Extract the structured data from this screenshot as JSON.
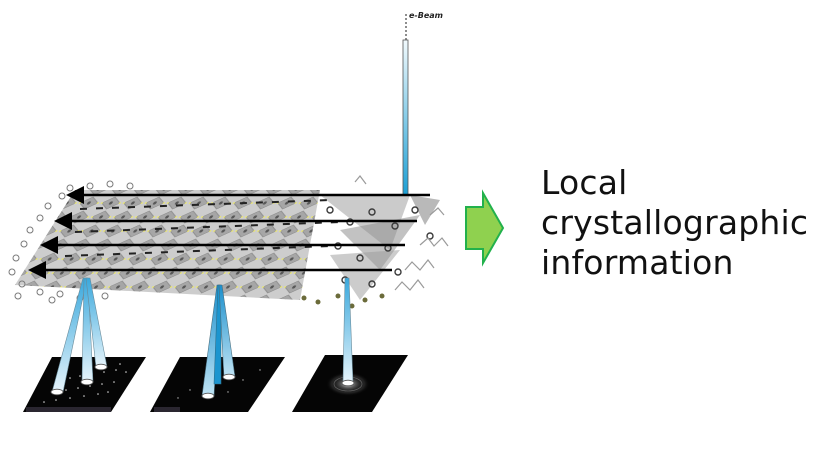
{
  "diagram": {
    "beam": {
      "label": "e-Beam",
      "color_top": "#e8f6fc",
      "color_bottom": "#1c9fd4"
    },
    "sample": {
      "description": "crystal structure with ordered octahedral region on the left and disordered organic/amorphous region on the right",
      "scan_lines": 4,
      "scan_direction": "right-to-left",
      "arrow_color": "#000000"
    },
    "detectors": [
      {
        "id": "detector-1",
        "pattern": "spot-rows (crystalline)",
        "cones": 3
      },
      {
        "id": "detector-2",
        "pattern": "sparse spots",
        "cones": 3
      },
      {
        "id": "detector-3",
        "pattern": "diffuse rings (amorphous)",
        "cones": 1
      }
    ],
    "result_arrow": {
      "fill": "#8fd14f",
      "stroke": "#22b14c"
    },
    "result_text": {
      "line1": "Local",
      "line2": "crystallographic",
      "line3": "information"
    }
  }
}
